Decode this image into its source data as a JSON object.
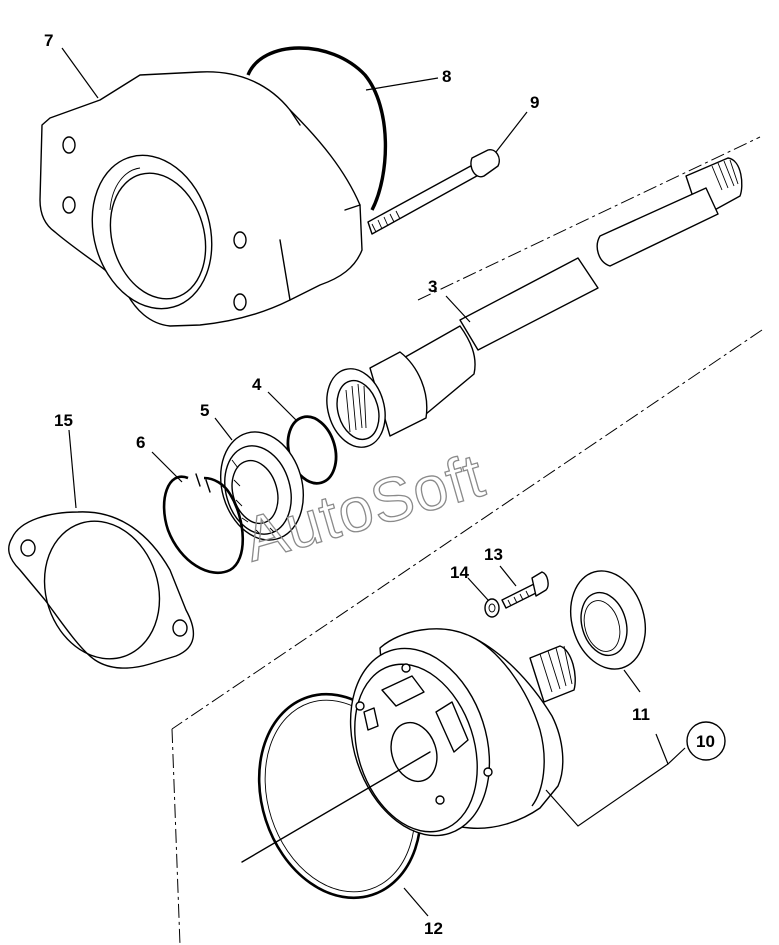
{
  "watermark": "AutoSoft",
  "callouts": {
    "c7": "7",
    "c8": "8",
    "c9": "9",
    "c3": "3",
    "c4": "4",
    "c5": "5",
    "c15": "15",
    "c6": "6",
    "c14": "14",
    "c13": "13",
    "c11": "11",
    "c10": "10",
    "c12": "12"
  },
  "icons": {
    "mounting_flange": "mounting-flange-icon",
    "large_o_ring": "o-ring-icon",
    "long_bolt": "bolt-icon",
    "splined_shaft": "splined-shaft-icon",
    "small_o_ring": "o-ring-icon",
    "roller_bearing": "bearing-icon",
    "circlip": "circlip-icon",
    "gasket": "gasket-icon",
    "hydraulic_motor": "hydraulic-motor-icon",
    "seal_ring": "seal-ring-icon",
    "screw": "screw-icon",
    "washer": "washer-icon",
    "motor_o_ring": "o-ring-icon"
  }
}
